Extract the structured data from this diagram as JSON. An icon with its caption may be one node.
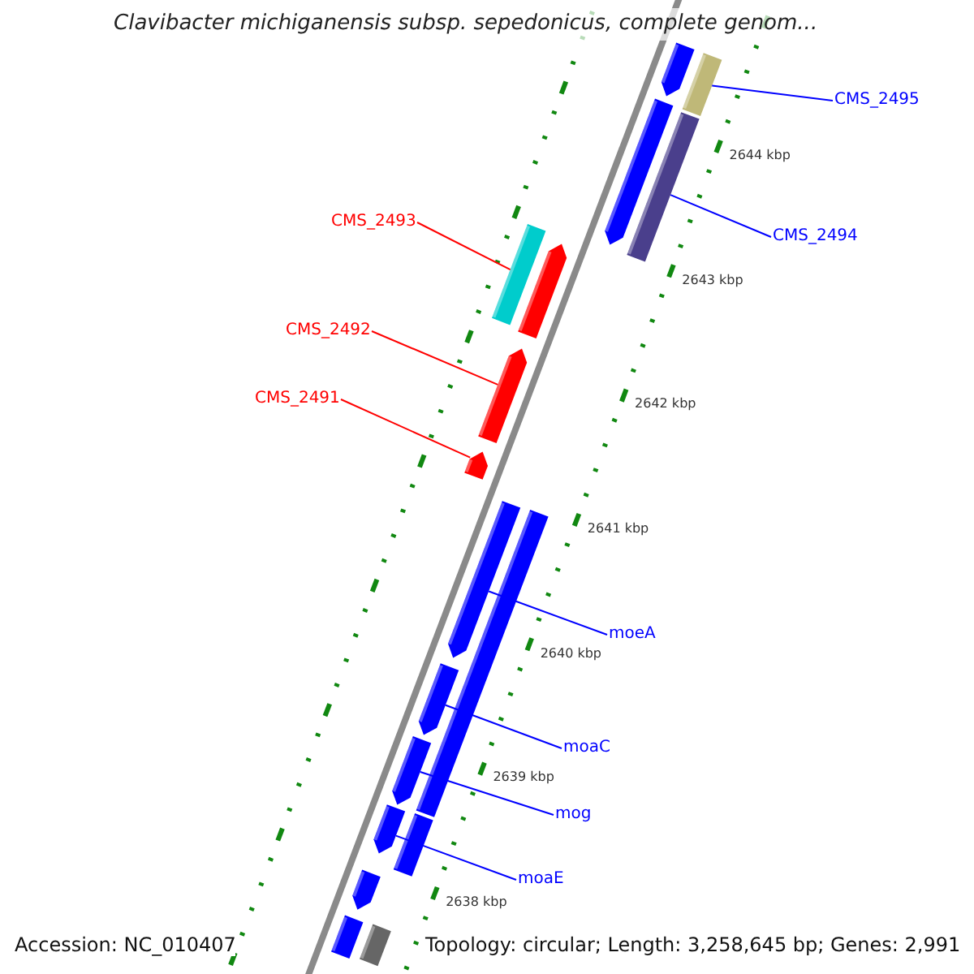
{
  "diagram": {
    "title": "Clavibacter michiganensis subsp. sepedonicus, complete genom...",
    "nodes": [
      {
        "text": [
          "CMS_2495"
        ]
      },
      {
        "text": [
          "CMS_2494"
        ]
      },
      {
        "text": [
          "CMS_2493"
        ]
      },
      {
        "text": [
          "CMS_2492"
        ]
      },
      {
        "text": [
          "CMS_2491"
        ]
      },
      {
        "text": [
          "moeA"
        ]
      },
      {
        "text": [
          "moaC"
        ]
      },
      {
        "text": [
          "mog"
        ]
      },
      {
        "text": [
          "moaE"
        ]
      },
      {
        "text": [],
        "shape": "bar"
      },
      {
        "text": [],
        "shape": "bar"
      },
      {
        "text": [],
        "shape": "bar"
      },
      {
        "text": [],
        "shape": "bar"
      },
      {
        "text": [],
        "shape": "bar"
      },
      {
        "text": [],
        "shape": "bar"
      },
      {
        "text": [],
        "shape": "bar"
      },
      {
        "text": [],
        "shape": "bar"
      },
      {
        "text": [],
        "shape": "bar"
      },
      {
        "text": [],
        "shape": "bar"
      },
      {
        "text": [],
        "shape": "bar"
      },
      {
        "text": [],
        "shape": "bar"
      },
      {
        "text": [],
        "shape": "bar"
      },
      {
        "text": [],
        "shape": "bar"
      },
      {
        "text": [],
        "shape": "bar"
      },
      {
        "text": [],
        "shape": "bar"
      },
      {
        "text": [],
        "shape": "bar"
      }
    ],
    "edges": [
      {
        "from": 0,
        "to": 9,
        "arrow": "none"
      },
      {
        "from": 1,
        "to": 10,
        "arrow": "none"
      },
      {
        "from": 2,
        "to": 11,
        "arrow": "none",
        "color": "#ff0000"
      },
      {
        "from": 3,
        "to": 12,
        "arrow": "none",
        "color": "#ff0000"
      },
      {
        "from": 4,
        "to": 13,
        "arrow": "none",
        "color": "#ff0000"
      },
      {
        "from": 5,
        "to": 14,
        "arrow": "none"
      },
      {
        "from": 6,
        "to": 15,
        "arrow": "none"
      },
      {
        "from": 7,
        "to": 16,
        "arrow": "none"
      },
      {
        "from": 8,
        "to": 17,
        "arrow": "none"
      }
    ],
    "labels": [
      "2644 kbp",
      "2643 kbp",
      "2642 kbp",
      "2641 kbp",
      "2640 kbp",
      "2639 kbp",
      "2638 kbp",
      "Accession: NC_010407",
      "Topology: circular; Length: 3,258,645 bp; Genes: 2,991"
    ]
  }
}
